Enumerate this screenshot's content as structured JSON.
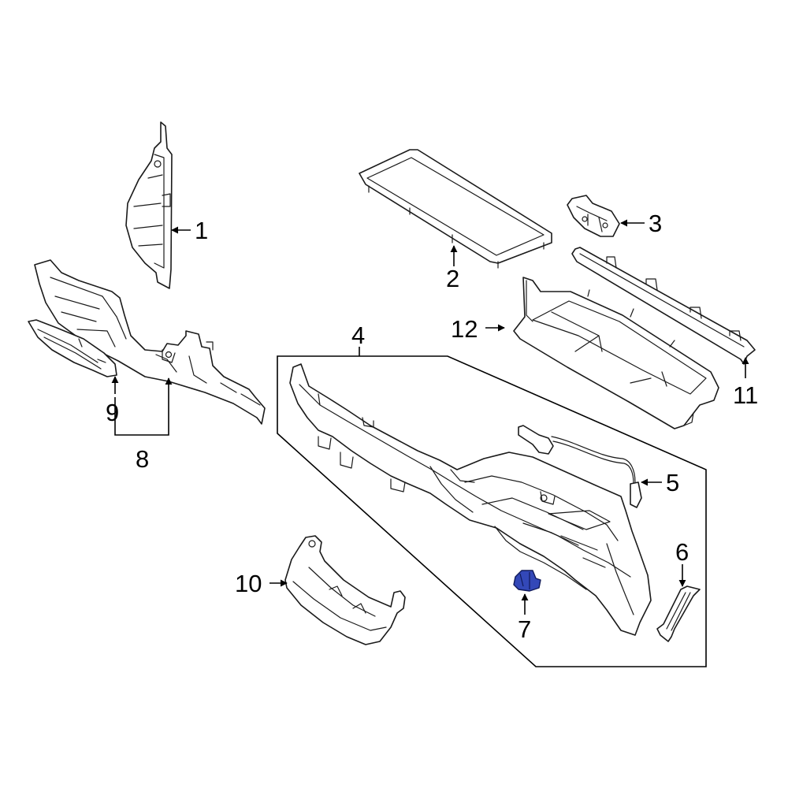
{
  "callouts": {
    "c1": "1",
    "c2": "2",
    "c3": "3",
    "c4": "4",
    "c5": "5",
    "c6": "6",
    "c7": "7",
    "c8": "8",
    "c9": "9",
    "c10": "10",
    "c11": "11",
    "c12": "12"
  },
  "colors": {
    "highlighted_part": "#3348b8",
    "line_art": "#1a1a1a",
    "background": "#ffffff"
  }
}
